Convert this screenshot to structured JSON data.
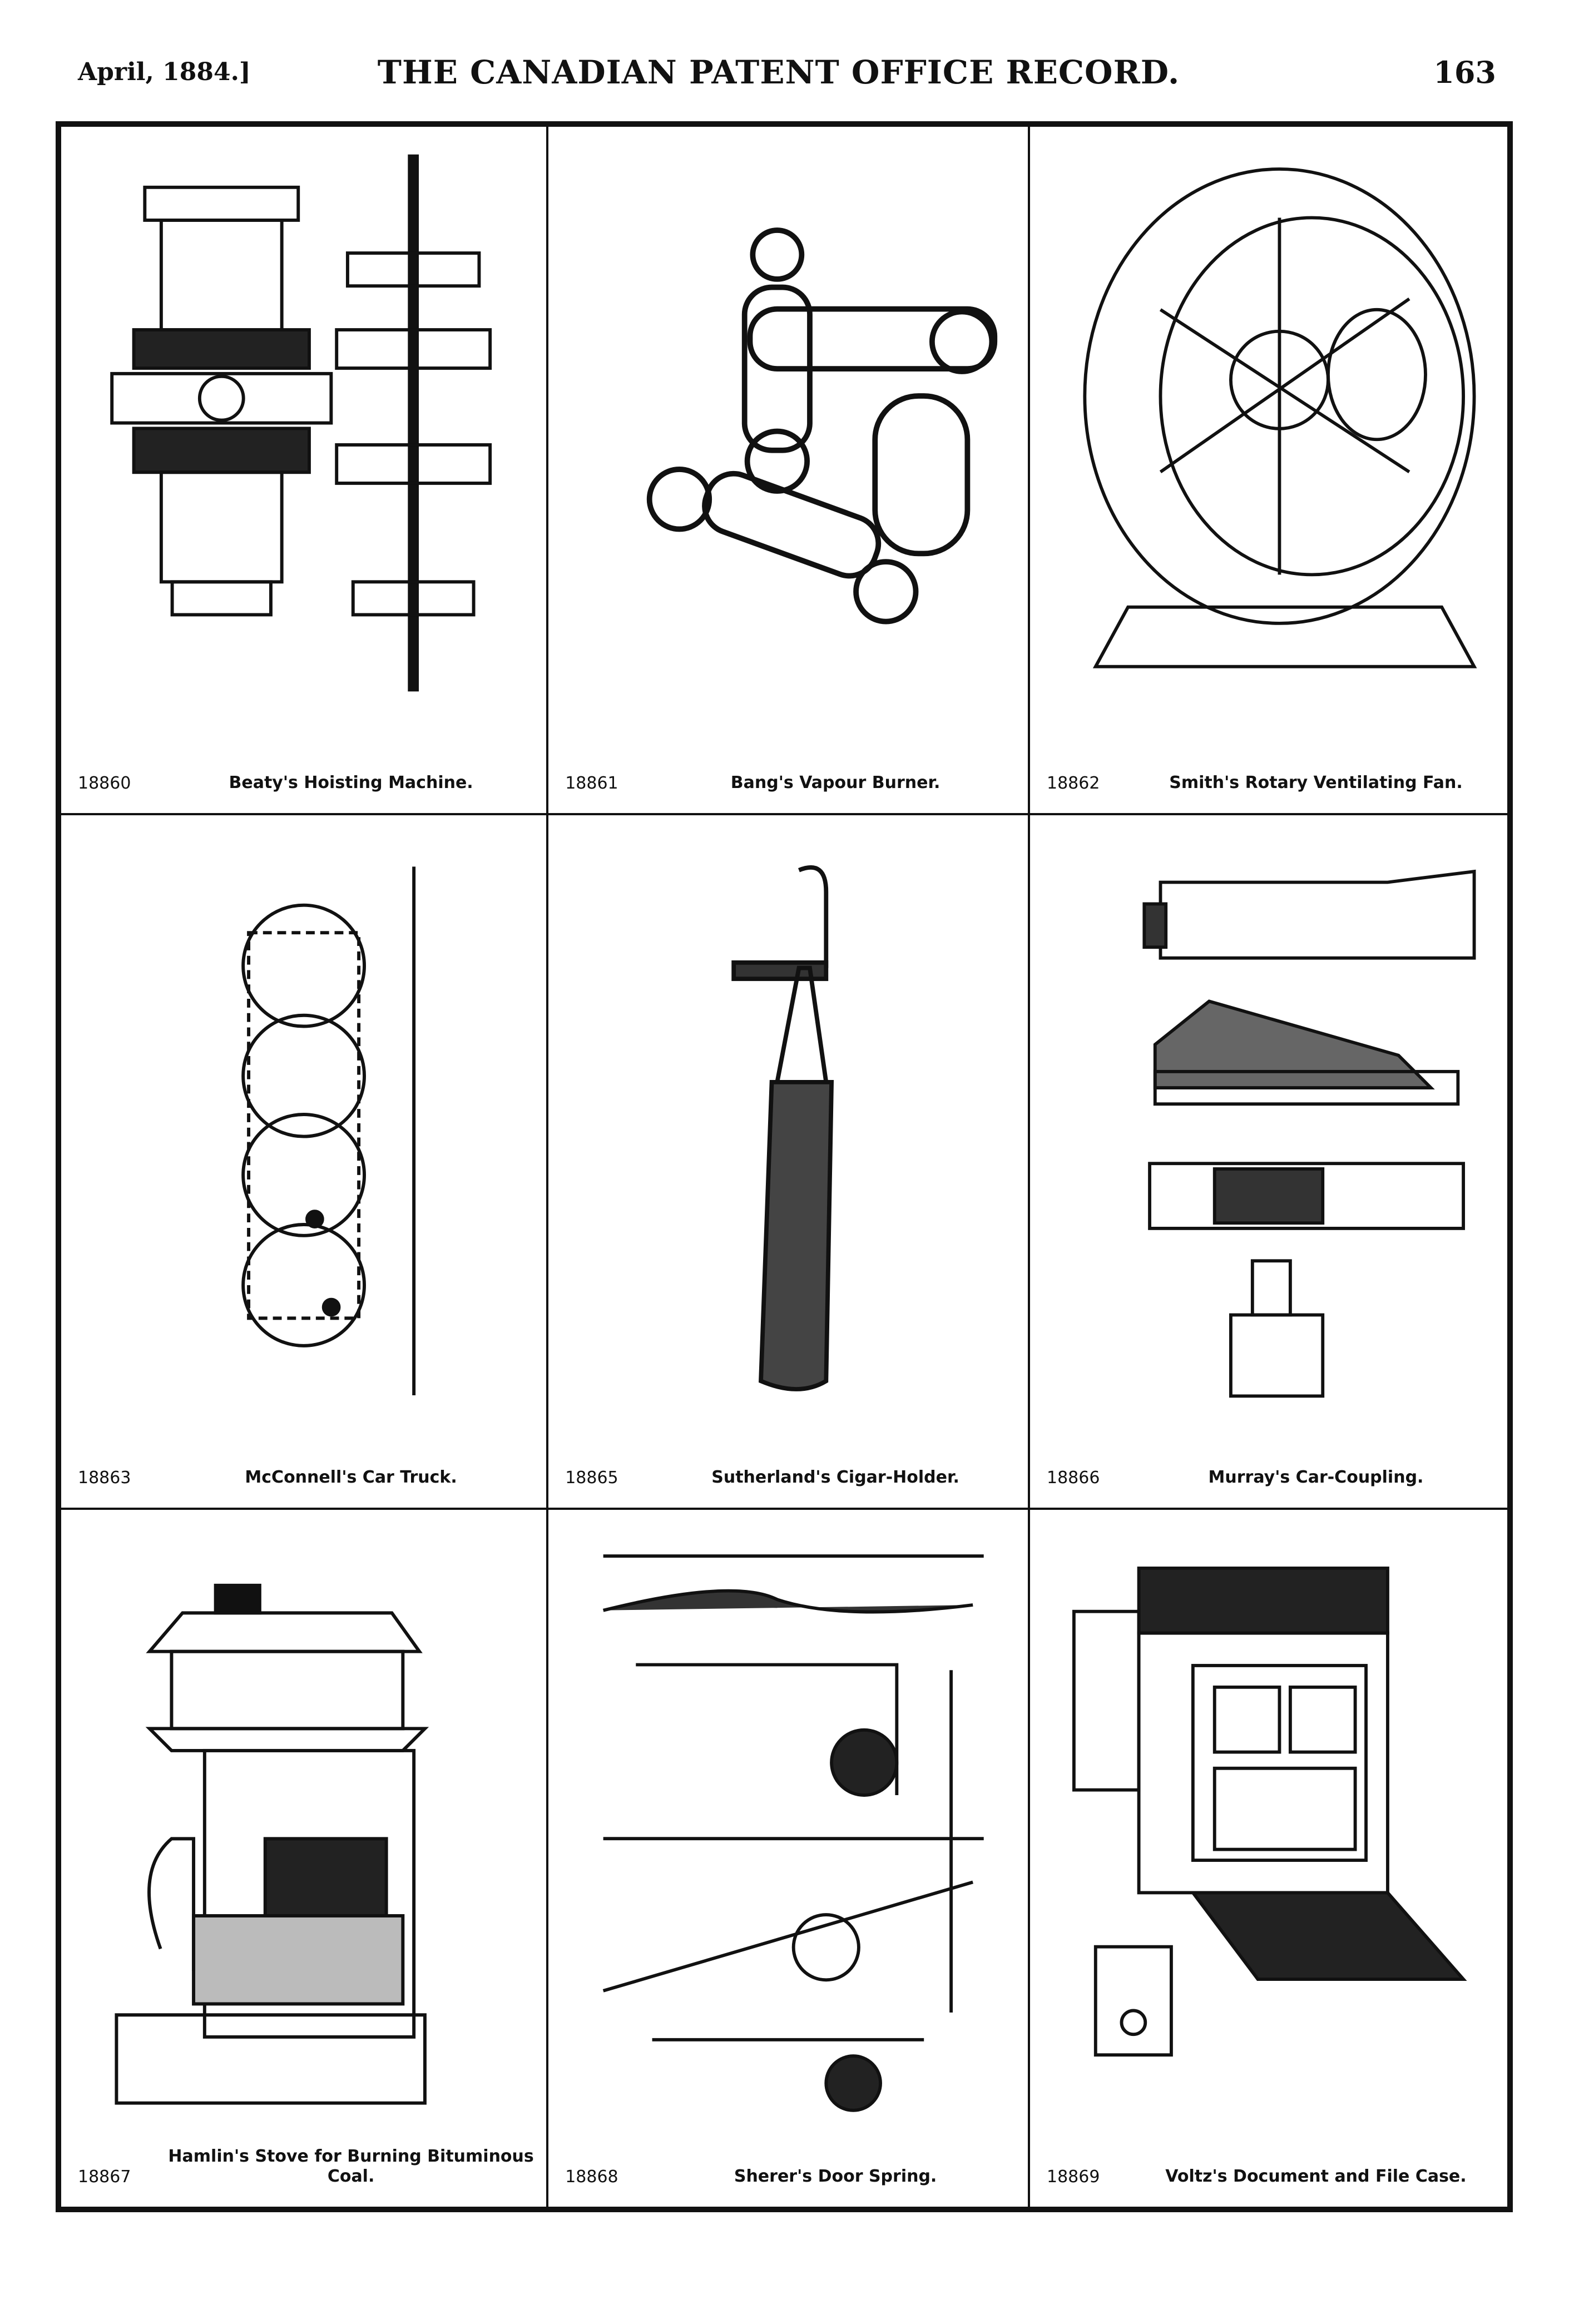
{
  "header": {
    "date": "April, 1884.]",
    "title": "THE CANADIAN PATENT OFFICE RECORD.",
    "page_number": "163"
  },
  "entries": [
    {
      "number": "18860",
      "title": "Beaty's Hoisting Machine."
    },
    {
      "number": "18861",
      "title": "Bang's Vapour Burner."
    },
    {
      "number": "18862",
      "title": "Smith's Rotary Ventilating Fan."
    },
    {
      "number": "18863",
      "title": "McConnell's Car Truck."
    },
    {
      "number": "18865",
      "title": "Sutherland's Cigar-Holder."
    },
    {
      "number": "18866",
      "title": "Murray's Car-Coupling."
    },
    {
      "number": "18867",
      "title": "Hamlin's Stove for Burning Bituminous Coal."
    },
    {
      "number": "18868",
      "title": "Sherer's Door Spring."
    },
    {
      "number": "18869",
      "title": "Voltz's Document and File Case."
    }
  ]
}
